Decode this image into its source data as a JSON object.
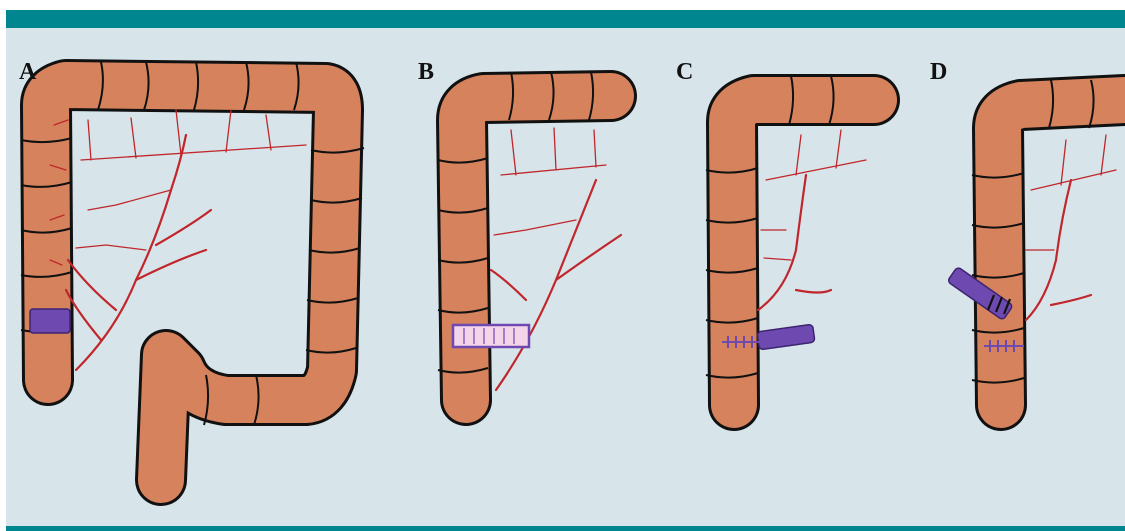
{
  "figure": {
    "colors": {
      "frame_bar": "#00868f",
      "background": "#d7e5ea",
      "colon": "#d6835d",
      "outline": "#111111",
      "vessel": "#c0262b",
      "device": "#6e49b0"
    },
    "panels": [
      {
        "label": "A"
      },
      {
        "label": "B"
      },
      {
        "label": "C"
      },
      {
        "label": "D"
      }
    ]
  }
}
